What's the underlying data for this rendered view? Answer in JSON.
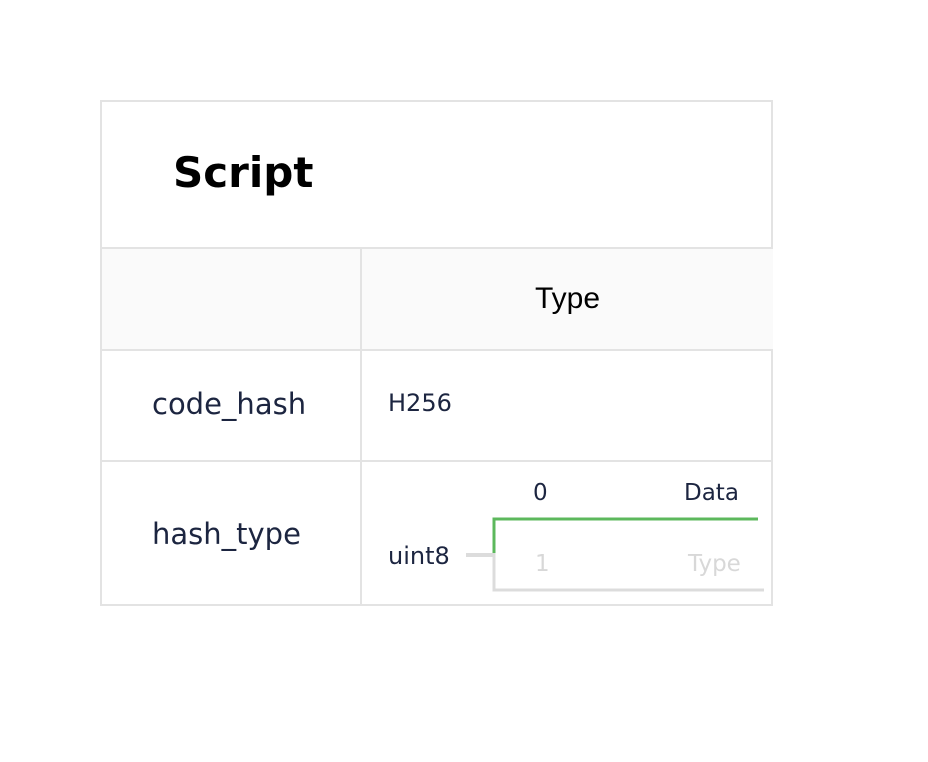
{
  "title": "Script",
  "table": {
    "header_first": "",
    "header_type": "Type",
    "rows": [
      {
        "name": "code_hash",
        "type": "H256"
      },
      {
        "name": "hash_type",
        "type": "uint8"
      }
    ]
  },
  "hash_type_options": [
    {
      "value": "0",
      "label": "Data",
      "state": "selected"
    },
    {
      "value": "1",
      "label": "Type",
      "state": "faded"
    }
  ],
  "colors": {
    "selected_line": "#5cb85c",
    "faded_line": "#dcdcdc",
    "text_dark": "#1c2540",
    "border": "#e3e3e3"
  }
}
